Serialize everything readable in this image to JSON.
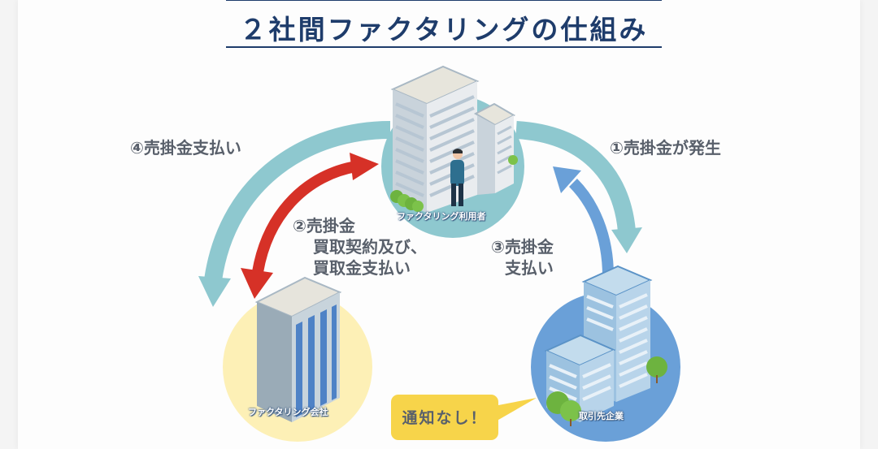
{
  "title": "２社間ファクタリングの仕組み",
  "colors": {
    "title": "#1e3c6b",
    "teal_arrow": "#8ec8cf",
    "red_arrow": "#d63127",
    "blue_arrow": "#6aa0d8",
    "factoring_company_circle": "#fdf0b6",
    "client_circle": "#6aa0d8",
    "user_circle": "#8ec8cf",
    "bubble": "#f7d44a",
    "label_text": "#59606b"
  },
  "nodes": {
    "user": {
      "label": "ファクタリング利用者",
      "icon": "office-building-with-person-icon"
    },
    "factoring_company": {
      "label": "ファクタリング会社",
      "icon": "office-tower-icon"
    },
    "client": {
      "label": "取引先企業",
      "icon": "office-buildings-icon"
    }
  },
  "flows": {
    "step1": {
      "lines": [
        "①売掛金が発生"
      ]
    },
    "step2": {
      "lines": [
        "②売掛金",
        "買取契約及び、",
        "買取金支払い"
      ]
    },
    "step3": {
      "lines": [
        "③売掛金",
        "支払い"
      ]
    },
    "step4": {
      "lines": [
        "④売掛金支払い"
      ]
    }
  },
  "callout": {
    "text": "通知なし！"
  }
}
